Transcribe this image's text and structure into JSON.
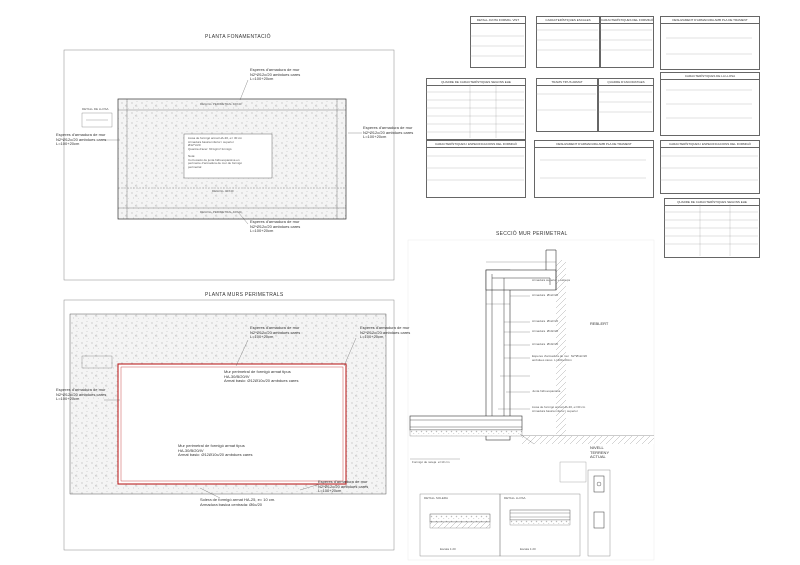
{
  "planta_fonamentacio": {
    "title": "PLANTA FONAMENTACIÓ",
    "tag_top": "DEGOLL PERIMETRAL 40X40",
    "tag_mid": "DEGOLL 40X40",
    "tag_bottom": "DEGOLL PERIMETRAL 40X40",
    "legend_title": "DETALL DE LLOSA",
    "note_top": "Esperes d'armadura de mur\nN2*Ø12c/20 ambdues cares\nL=100+20cm",
    "note_left": "Esperes d'armadura de mur\nN2*Ø12c/20 ambdues cares\nL=100+20cm",
    "note_right": "Esperes d'armadura de mur\nN2*Ø12c/20 ambdues cares\nL=100+20cm",
    "note_bottom": "Esperes d'armadura de mur\nN2*Ø12c/20 ambdues cares\nL=100+20cm",
    "note_center": "Llosa de formigó armat HA-30, e= 30 cm\nArmadura basica inferior i superior\nØ12*c/20\nQuantia d'acer: 60 kg/m³ formigó\n\nNota:\nCol·locació de junta hidroexpansiva en\nperímetre d'armadura de mur de formigó\nperimetral"
  },
  "planta_murs": {
    "title": "PLANTA MURS PERIMETRALS",
    "note_top": "Esperes d'armadura de mur\nN2*Ø12c/20 ambdues cares\nL=100+20cm",
    "note_right": "Esperes d'armadura de mur\nN2*Ø12c/20 ambdues cares\nL=100+20cm",
    "note_left": "Esperes d'armadura de mur\nN2*Ø12c/20 ambdues cares\nL=100+20cm",
    "note_inner_top": "Mur perimetral de formigó armat tipus\nHA-30/B/20/IV\nArmat basic: Ø12Ø10c/20 ambdues cares",
    "note_inner_bottom": "Mur perimetral de formigó armat tipus\nHA-30/B/20/IV\nArmat basic: Ø12Ø10c/20 ambdues cares",
    "note_bottom_left": "Solera de formigó armat HA-25, e= 10 cm.\nArmadura basica centrada: Ø6c/20",
    "note_bottom_right": "Esperes d'armadura de mur\nN2*Ø12c/20 ambdues cares\nL=100+20cm"
  },
  "seccio": {
    "title": "SECCIÓ MUR PERIMETRAL",
    "label_soil": "REBLERT",
    "label_level": "NIVELL\nTERRENY\nACTUAL",
    "label_junta": "Junta hidroexpansiva",
    "label_llosa": "Llosa de formigó armat HA-30, e=30 cm\nArmadura basica inferior i superior",
    "label_esperes": "Esperes d'armadura de mur  N2*Ø12c/20\nambdues cares  L=100+20cm",
    "label_formigo": "Formigó de neteja  e=10 cm",
    "label_arm1": "Armadura  Ø12c/20",
    "label_arm2": "Armadura  Ø12c/20",
    "label_arm3": "Armadura  Ø10c/20",
    "label_arm4": "Armadura  Ø10c/20",
    "label_coronament": "Armadura superior + estreps"
  },
  "details": {
    "detall_solera": "DETALL SOLERA",
    "detall_llosa": "DETALL LLOSA",
    "escala_1": "Escala 1:20",
    "escala_2": "Escala 1:20"
  },
  "tables": {
    "t1": "DETALL JUNTA FORMIG. VIST",
    "t2": "CARACTERÍSTIQUES ESCALES",
    "t3": "CARACTERÍSTIQUES DEL FORMIGÓ",
    "t4": "DESLIZAMENT D'ARMADURA AMB PLA DE TRAMENT",
    "t5": "QUADRE DE CARACTERÍSTIQUES SEGONS EHE",
    "t6": "TRAMS TIPUS ARMAT",
    "t7": "QUADRE D'ANCORATGES",
    "t8": "CARACTERÍSTIQUES DE LA LLOSA",
    "t9": "CARACTERÍSTIQUES I ESPECIFICACIONS DEL FORMIGÓ",
    "t10": "DESLIZAMENT D'ARMADURA AMB PLA DE TRAMENT",
    "t11": "CARACTERÍSTIQUES I ESPECIFICACIONS DEL FORMIGÓ",
    "t12": "QUADRE DE CARACTERÍSTIQUES SEGONS EHE"
  }
}
